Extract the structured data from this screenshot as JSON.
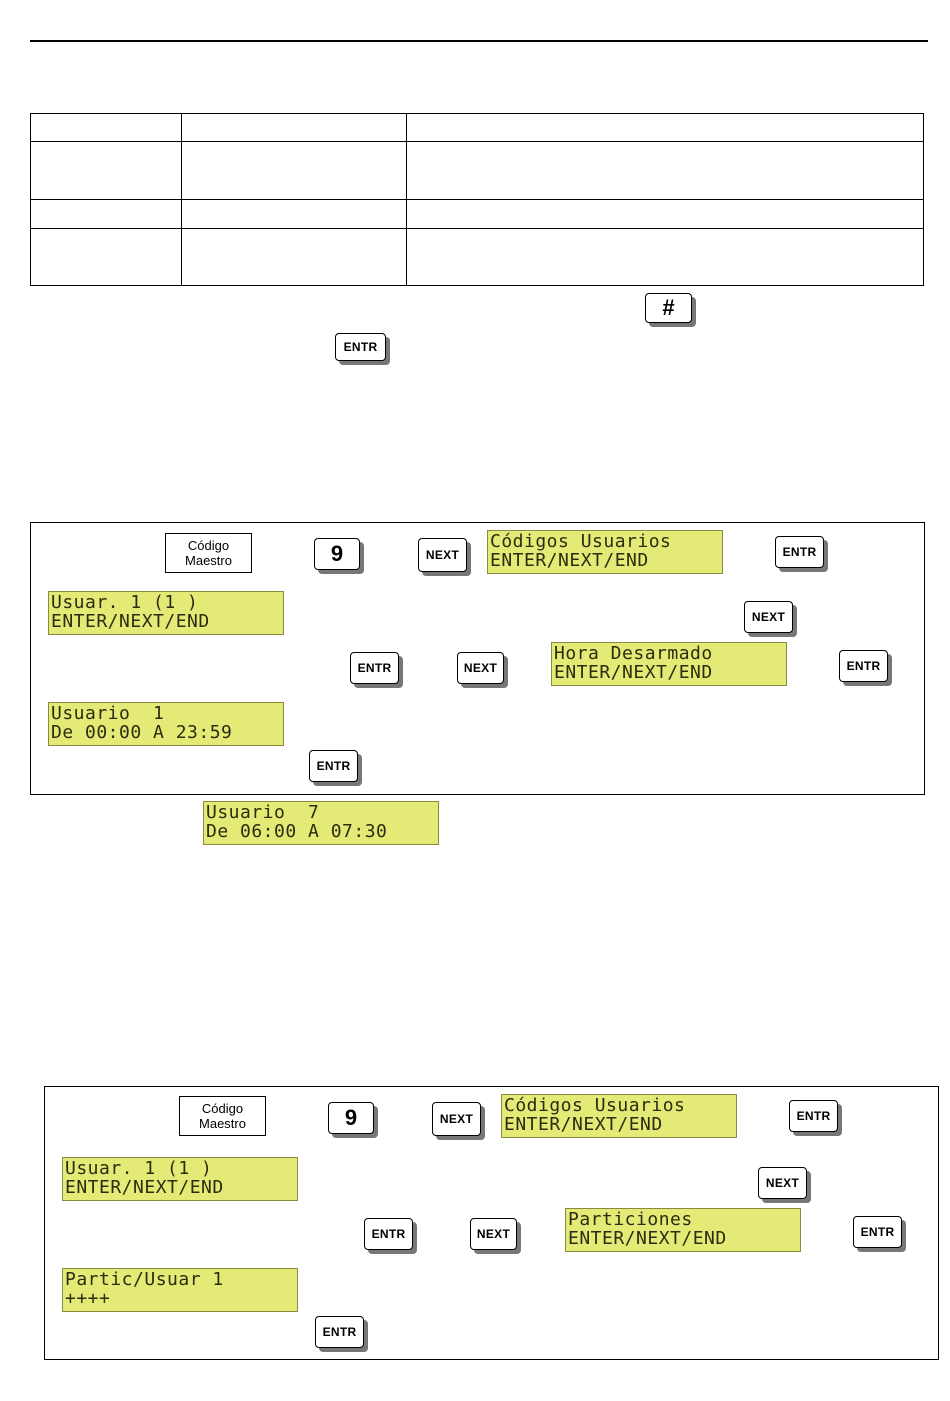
{
  "keys": {
    "hash": "#",
    "entr": "ENTR",
    "next": "NEXT",
    "nine": "9"
  },
  "master_code": {
    "line1": "Código",
    "line2": "Maestro"
  },
  "section1": {
    "lcd_users_menu": {
      "line1": "Códigos Usuarios",
      "line2": "ENTER/NEXT/END"
    },
    "lcd_user1": {
      "line1": "Usuar. 1 (1 )",
      "line2": "ENTER/NEXT/END"
    },
    "lcd_disarm": {
      "line1": "Hora Desarmado",
      "line2": "ENTER/NEXT/END"
    },
    "lcd_schedule": {
      "line1": "Usuario  1",
      "line2": "De 00:00 A 23:59"
    }
  },
  "example_lcd": {
    "line1": "Usuario  7",
    "line2": "De 06:00 A 07:30"
  },
  "section2": {
    "lcd_users_menu": {
      "line1": "Códigos Usuarios",
      "line2": "ENTER/NEXT/END"
    },
    "lcd_user1": {
      "line1": "Usuar. 1 (1 )",
      "line2": "ENTER/NEXT/END"
    },
    "lcd_partitions": {
      "line1": "Particiones",
      "line2": "ENTER/NEXT/END"
    },
    "lcd_partic_user": {
      "line1": "Partic/Usuar 1",
      "line2": "++++"
    }
  }
}
